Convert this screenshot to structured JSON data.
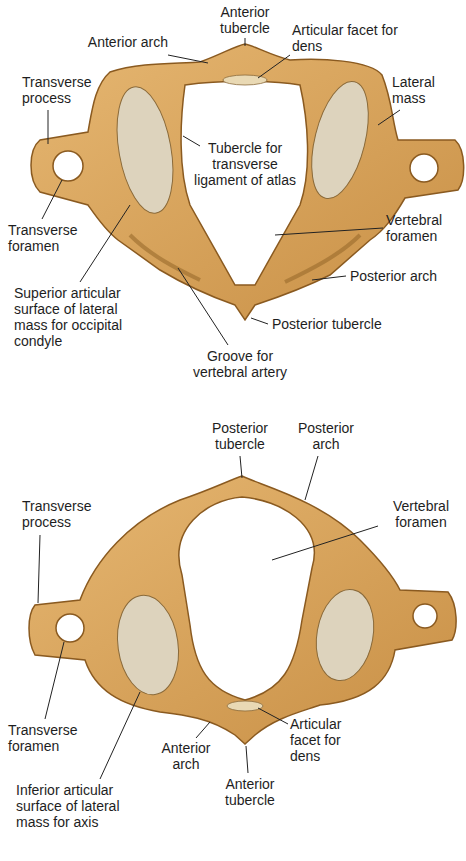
{
  "diagram": {
    "labels": [
      "Anterior tubercle",
      "Anterior arch",
      "Articular facet for dens",
      "Transverse process",
      "Lateral mass",
      "Tubercle for transverse ligament of atlas",
      "Vertebral foramen",
      "Transverse foramen",
      "Posterior arch",
      "Superior articular surface of lateral mass for occipital condyle",
      "Posterior tubercle",
      "Groove for vertebral artery",
      "Posterior tubercle",
      "Posterior arch",
      "Transverse process",
      "Vertebral foramen",
      "Transverse foramen",
      "Anterior arch",
      "Articular facet for dens",
      "Anterior tubercle",
      "Inferior articular surface of lateral mass for axis"
    ]
  }
}
